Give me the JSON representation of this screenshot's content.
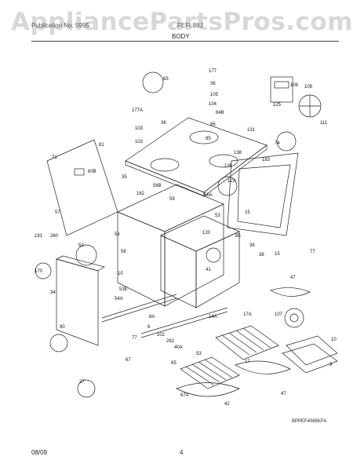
{
  "header": {
    "watermark": "AppliancePartsPros.com",
    "publication_label": "Publication No. 5995",
    "model": "FEFL88J",
    "section": "BODY"
  },
  "diagram": {
    "callouts": [
      "177",
      "36",
      "105",
      "104",
      "64B",
      "83",
      "177A",
      "36",
      "103",
      "86",
      "102",
      "85",
      "131",
      "106",
      "125",
      "109",
      "111",
      "74",
      "81",
      "71",
      "60B",
      "138",
      "135",
      "35",
      "56B",
      "56A",
      "162",
      "123",
      "183",
      "59",
      "57",
      "53",
      "15",
      "191",
      "260",
      "62",
      "56",
      "58",
      "85",
      "120",
      "36",
      "41",
      "38",
      "77",
      "170",
      "34",
      "54A",
      "53E",
      "10",
      "15",
      "47",
      "17A",
      "8A",
      "14A",
      "107",
      "102",
      "262",
      "40A",
      "8",
      "77",
      "90",
      "67",
      "65",
      "53",
      "10",
      "9",
      "17",
      "27",
      "67A",
      "47",
      "42"
    ]
  },
  "footer": {
    "date": "08/09",
    "page": "4",
    "figure_code": "BPPEF4085KFA"
  }
}
